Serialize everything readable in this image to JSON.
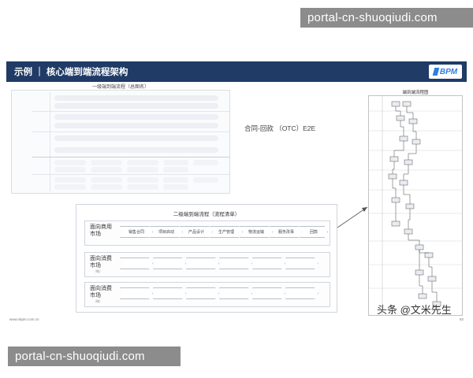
{
  "watermark": {
    "top": "portal-cn-shuoqiudi.com",
    "bottom": "portal-cn-shuoqiudi.com"
  },
  "slide": {
    "title": "示例 ｜ 核心端到端流程架构",
    "logo_text": "BPM",
    "level1_title": "一级端到端流程（总图名）",
    "level2_title": "二级端到端流程（流程清单）",
    "otc_label": "合同-回款 （OTC）E2E",
    "flow_title": "端到端流程图",
    "footer_url": "www.vbpm.com.cn",
    "page_number": "62",
    "lanes": [
      {
        "name": "面向商用市场",
        "steps": [
          "销售合同",
          "项目启动",
          "产品设计",
          "生产管理",
          "物流运输",
          "服务改事",
          "回款"
        ]
      },
      {
        "name": "面向消费市场",
        "sub": "（略）",
        "steps": [
          "",
          "",
          "",
          "",
          "",
          "",
          ""
        ]
      },
      {
        "name": "面向消费市场",
        "sub": "（略）",
        "steps": [
          "",
          "",
          "",
          "",
          "",
          "",
          ""
        ]
      }
    ]
  },
  "caption": "头条 @文米先生",
  "colors": {
    "title_bar": "#1f3b66",
    "watermark_bg": "#8c8c8c",
    "logo": "#2f7de1"
  }
}
